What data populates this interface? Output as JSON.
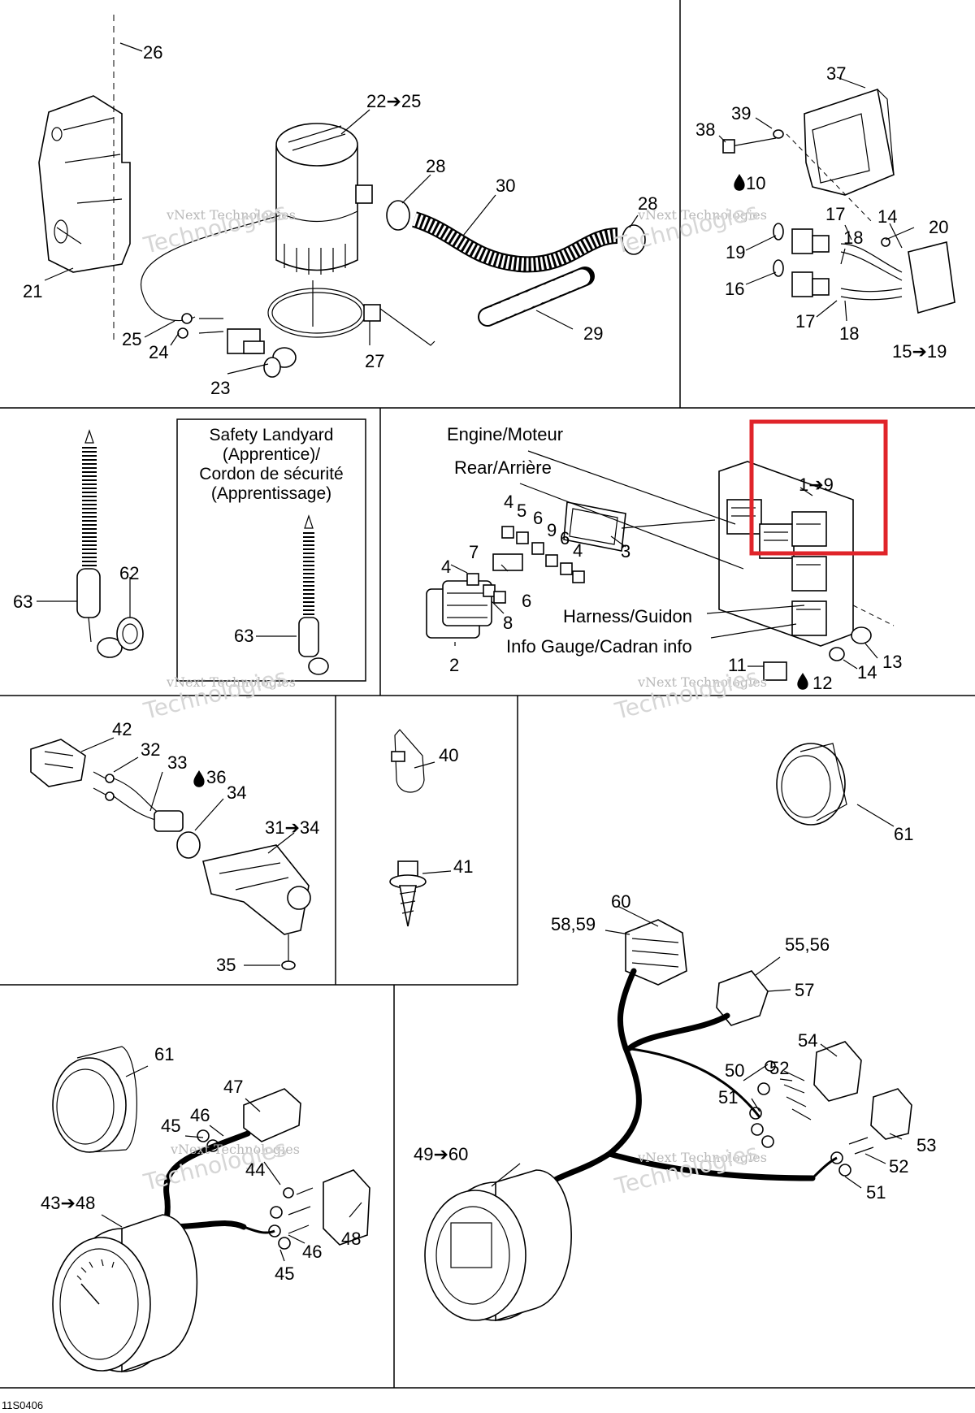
{
  "callouts": {
    "c26": "26",
    "c22_25": "22➔25",
    "c28a": "28",
    "c30": "30",
    "c28b": "28",
    "c21": "21",
    "c25": "25",
    "c24": "24",
    "c23": "23",
    "c27": "27",
    "c29": "29",
    "c37": "37",
    "c39": "39",
    "c38": "38",
    "c10": "10",
    "c17a": "17",
    "c14a": "14",
    "c20": "20",
    "c18a": "18",
    "c19": "19",
    "c16": "16",
    "c17b": "17",
    "c18b": "18",
    "c15_19": "15➔19",
    "c63a": "63",
    "c62": "62",
    "c63b": "63",
    "c1_9": "1➔9",
    "c4a": "4",
    "c5": "5",
    "c6a": "6",
    "c9": "9",
    "c6b": "6",
    "c3": "3",
    "c7": "7",
    "c4b": "4",
    "c4c": "4",
    "c6c": "6",
    "c8": "8",
    "c2": "2",
    "c11": "11",
    "c12": "12",
    "c13": "13",
    "c14b": "14",
    "c42": "42",
    "c32": "32",
    "c33": "33",
    "c36": "36",
    "c34": "34",
    "c31_34": "31➔34",
    "c35": "35",
    "c40": "40",
    "c41": "41",
    "c61a": "61",
    "c60": "60",
    "c58_59": "58,59",
    "c55_56": "55,56",
    "c57": "57",
    "c54": "54",
    "c50": "50",
    "c52a": "52",
    "c51a": "51",
    "c53": "53",
    "c52b": "52",
    "c51b": "51",
    "c49_60": "49➔60",
    "c61b": "61",
    "c47": "47",
    "c46a": "46",
    "c45a": "45",
    "c44": "44",
    "c43_48": "43➔48",
    "c48": "48",
    "c46b": "46",
    "c45b": "45"
  },
  "labels": {
    "engine": "Engine/Moteur",
    "rear": "Rear/Arrière",
    "harness": "Harness/Guidon",
    "info_gauge": "Info Gauge/Cadran info",
    "safety_line1": "Safety Landyard",
    "safety_line2": "(Apprentice)/",
    "safety_line3": "Cordon de sécurité",
    "safety_line4": "(Apprentissage)"
  },
  "watermark": {
    "line1": "vNext Technologies",
    "line2": "Technologies"
  },
  "figure_code": "11S0406",
  "colors": {
    "highlight": "#e0242a",
    "ink": "#000000",
    "watermark": "#bdbdbd"
  }
}
